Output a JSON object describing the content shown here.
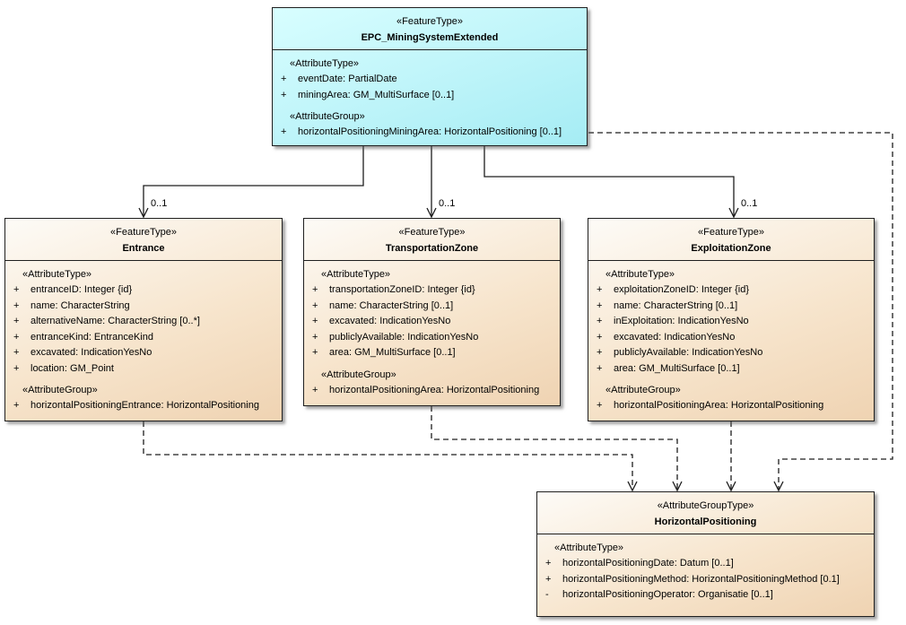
{
  "classes": {
    "epc": {
      "stereotype": "«FeatureType»",
      "name": "EPC_MiningSystemExtended",
      "attr_section": "«AttributeType»",
      "attrs": [
        {
          "vis": "+",
          "text": "eventDate: PartialDate"
        },
        {
          "vis": "+",
          "text": "miningArea: GM_MultiSurface [0..1]"
        }
      ],
      "group_section": "«AttributeGroup»",
      "group_attrs": [
        {
          "vis": "+",
          "text": "horizontalPositioningMiningArea: HorizontalPositioning [0..1]"
        }
      ]
    },
    "entrance": {
      "stereotype": "«FeatureType»",
      "name": "Entrance",
      "attr_section": "«AttributeType»",
      "attrs": [
        {
          "vis": "+",
          "text": "entranceID: Integer {id}"
        },
        {
          "vis": "+",
          "text": "name: CharacterString"
        },
        {
          "vis": "+",
          "text": "alternativeName: CharacterString [0..*]"
        },
        {
          "vis": "+",
          "text": "entranceKind: EntranceKind"
        },
        {
          "vis": "+",
          "text": "excavated: IndicationYesNo"
        },
        {
          "vis": "+",
          "text": "location: GM_Point"
        }
      ],
      "group_section": "«AttributeGroup»",
      "group_attrs": [
        {
          "vis": "+",
          "text": "horizontalPositioningEntrance: HorizontalPositioning"
        }
      ]
    },
    "transportation": {
      "stereotype": "«FeatureType»",
      "name": "TransportationZone",
      "attr_section": "«AttributeType»",
      "attrs": [
        {
          "vis": "+",
          "text": "transportationZoneID: Integer {id}"
        },
        {
          "vis": "+",
          "text": "name: CharacterString [0..1]"
        },
        {
          "vis": "+",
          "text": "excavated: IndicationYesNo"
        },
        {
          "vis": "+",
          "text": "publiclyAvailable: IndicationYesNo"
        },
        {
          "vis": "+",
          "text": "area: GM_MultiSurface [0..1]"
        }
      ],
      "group_section": "«AttributeGroup»",
      "group_attrs": [
        {
          "vis": "+",
          "text": "horizontalPositioningArea: HorizontalPositioning"
        }
      ]
    },
    "exploitation": {
      "stereotype": "«FeatureType»",
      "name": "ExploitationZone",
      "attr_section": "«AttributeType»",
      "attrs": [
        {
          "vis": "+",
          "text": "exploitationZoneID: Integer {id}"
        },
        {
          "vis": "+",
          "text": "name: CharacterString [0..1]"
        },
        {
          "vis": "+",
          "text": "inExploitation: IndicationYesNo"
        },
        {
          "vis": "+",
          "text": "excavated: IndicationYesNo"
        },
        {
          "vis": "+",
          "text": "publiclyAvailable: IndicationYesNo"
        },
        {
          "vis": "+",
          "text": "area: GM_MultiSurface [0..1]"
        }
      ],
      "group_section": "«AttributeGroup»",
      "group_attrs": [
        {
          "vis": "+",
          "text": "horizontalPositioningArea: HorizontalPositioning"
        }
      ]
    },
    "horizontal": {
      "stereotype": "«AttributeGroupType»",
      "name": "HorizontalPositioning",
      "attr_section": "«AttributeType»",
      "attrs": [
        {
          "vis": "+",
          "text": "horizontalPositioningDate: Datum [0..1]"
        },
        {
          "vis": "+",
          "text": "horizontalPositioningMethod: HorizontalPositioningMethod [0.1]"
        },
        {
          "vis": "-",
          "text": "horizontalPositioningOperator: Organisatie [0..1]"
        }
      ]
    }
  },
  "edge_labels": [
    "0..1",
    "0..1",
    "0..1"
  ]
}
